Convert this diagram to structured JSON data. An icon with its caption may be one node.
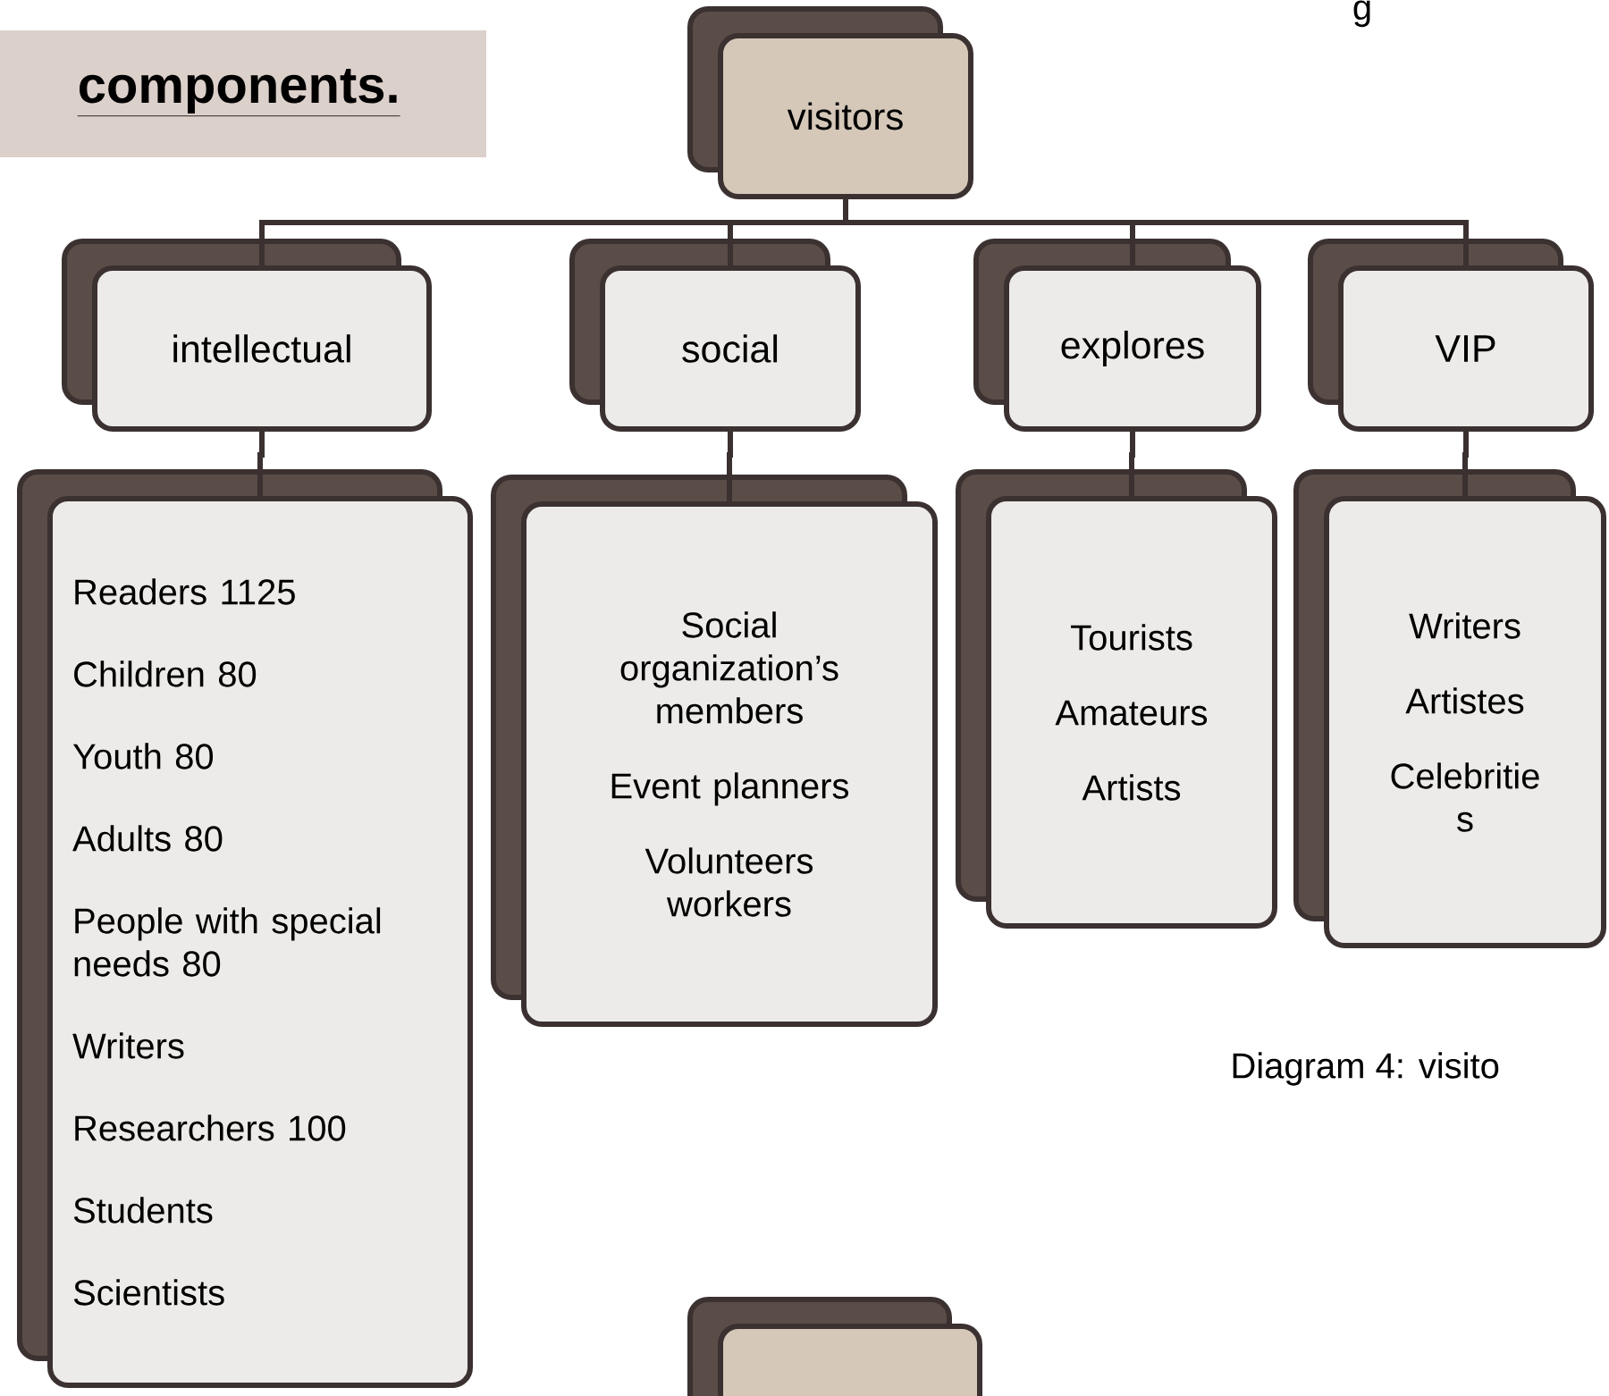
{
  "diagram": {
    "title": "components.",
    "caption": "Diagram 4: visito",
    "nodes": [
      {
        "text": [
          "visitors"
        ]
      },
      {
        "text": [
          "intellectual"
        ]
      },
      {
        "text": [
          "social"
        ]
      },
      {
        "text": [
          "explores"
        ]
      },
      {
        "text": [
          "VIP"
        ]
      },
      {
        "text": [
          "Readers 1125",
          "Children 80",
          "Youth 80",
          "Adults 80",
          "People with special needs 80",
          "Writers",
          "Researchers 100",
          "Students",
          "Scientists"
        ]
      },
      {
        "text": [
          "Social organization’s members",
          "Event planners",
          "Volunteers workers"
        ]
      },
      {
        "text": [
          "Tourists",
          "Amateurs",
          "Artists"
        ]
      },
      {
        "text": [
          "Writers",
          "Artistes",
          "Celebritie s"
        ]
      },
      {
        "text": [],
        "shape": "box"
      }
    ],
    "edges": [
      {
        "from": 0,
        "to": 1,
        "arrow": "none"
      },
      {
        "from": 0,
        "to": 2,
        "arrow": "none"
      },
      {
        "from": 0,
        "to": 3,
        "arrow": "none"
      },
      {
        "from": 0,
        "to": 4,
        "arrow": "none"
      },
      {
        "from": 1,
        "to": 5,
        "arrow": "none"
      },
      {
        "from": 2,
        "to": 6,
        "arrow": "none"
      },
      {
        "from": 3,
        "to": 7,
        "arrow": "none"
      },
      {
        "from": 4,
        "to": 8,
        "arrow": "none"
      }
    ],
    "labels": [
      "g"
    ]
  }
}
